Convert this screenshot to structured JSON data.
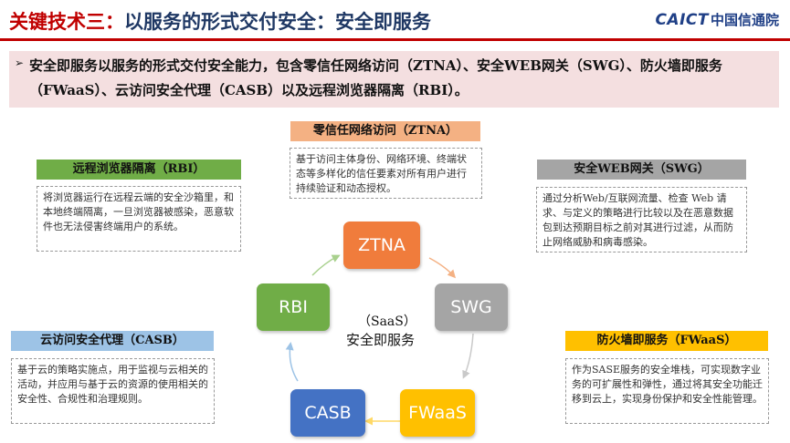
{
  "header": {
    "title_part1": "关键技术三：",
    "title_part2": "以服务的形式交付安全：安全即服务",
    "logo_en": "CAICT",
    "logo_cn": "中国信通院"
  },
  "banner": {
    "bullet": "➢",
    "text": "安全即服务以服务的形式交付安全能力，包含零信任网络访问（ZTNA）、安全WEB网关（SWG）、防火墙即服务（FWaaS）、云访问安全代理（CASB）以及远程浏览器隔离（RBI）。"
  },
  "sections": {
    "ztna": {
      "label": "零信任网络访问（ZTNA）",
      "desc": "基于访问主体身份、网络环境、终端状态等多样化的信任要素对所有用户进行持续验证和动态授权。"
    },
    "rbi": {
      "label": "远程浏览器隔离（RBI）",
      "desc": "将浏览器运行在远程云端的安全沙箱里，和本地终端隔离，一旦浏览器被感染，恶意软件也无法侵害终端用户的系统。"
    },
    "swg": {
      "label": "安全WEB网关（SWG）",
      "desc": "通过分析Web/互联网流量、检查 Web 请求、与定义的策略进行比较以及在恶意数据包到达预期目标之前对其进行过滤，从而防止网络威胁和病毒感染。"
    },
    "casb": {
      "label": "云访问安全代理（CASB）",
      "desc": "基于云的策略实施点，用于监视与云相关的活动，并应用与基于云的资源的使用相关的安全性、合规性和治理规则。"
    },
    "fwaas": {
      "label": "防火墙即服务（FWaaS）",
      "desc": "作为SASE服务的安全堆栈，可实现数字业务的可扩展性和弹性，通过将其安全功能迁移到云上，实现身份保护和安全性能管理。"
    }
  },
  "cycle": {
    "nodes": {
      "ztna": "ZTNA",
      "swg": "SWG",
      "fwaas": "FWaaS",
      "casb": "CASB",
      "rbi": "RBI"
    },
    "center_line1": "（SaaS）",
    "center_line2": "安全即服务"
  },
  "colors": {
    "ztna": "#f07c3c",
    "swg": "#a5a5a5",
    "fwaas": "#ffc000",
    "casb": "#4472c4",
    "rbi": "#70ad47",
    "title_red": "#c00000",
    "title_blue": "#1f3864"
  }
}
